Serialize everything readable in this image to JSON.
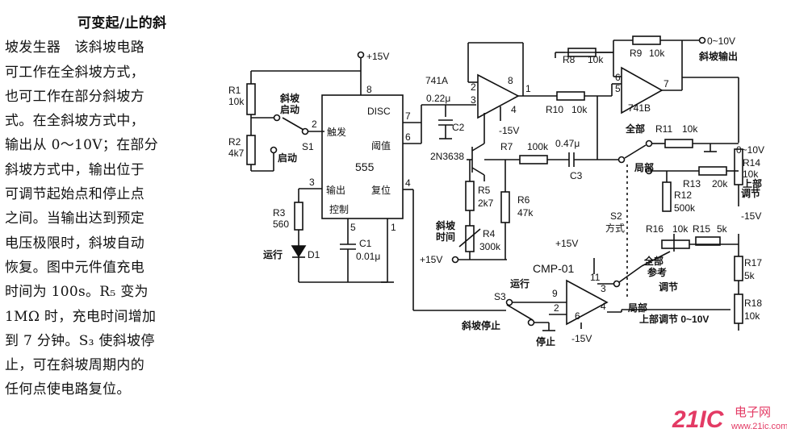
{
  "description": {
    "title": "可变起/止的斜",
    "lines": [
      "坡发生器　该斜坡电路",
      "可工作在全斜坡方式，",
      "也可工作在部分斜坡方",
      "式。在全斜坡方式中，",
      "输出从 0～10V；在部分",
      "斜坡方式中，输出位于",
      "可调节起始点和停止点",
      "之间。当输出达到预定",
      "电压极限时，斜坡自动",
      "恢复。图中元件值充电",
      "时间为 100s。R₅ 变为",
      "1MΩ 时，充电时间增加",
      "到 7 分钟。S₃ 使斜坡停",
      "止，可在斜坡周期内的",
      "任何点使电路复位。"
    ]
  },
  "schematic": {
    "power": {
      "vplus": "+15V",
      "vminus": "-15V",
      "vplus_r5": "+15V",
      "vplus_cmp": "+15V",
      "vminus_cmp": "-15V",
      "vminus_pot": "-15V"
    },
    "ic555": {
      "name": "555",
      "disc": "DISC",
      "trigger": "触发",
      "threshold": "阈值",
      "output": "输出",
      "reset": "复位",
      "control": "控制",
      "pin8": "8",
      "pin2": "2",
      "pin7": "7",
      "pin6": "6",
      "pin3": "3",
      "pin4": "4",
      "pin5": "5",
      "pin1": "1"
    },
    "op741a": {
      "name": "741A",
      "pin2": "2",
      "pin3": "3",
      "pin8": "8",
      "pin1": "1",
      "pin4": "4"
    },
    "op741b": {
      "name": "741B",
      "pin6": "6",
      "pin5": "5",
      "pin7": "7"
    },
    "cmp01": {
      "name": "CMP-01",
      "pin9": "9",
      "pin2": "2",
      "pin3": "3",
      "pin4": "4",
      "pin11": "11",
      "pin6": "6"
    },
    "components": {
      "r1": "R1",
      "r1v": "10k",
      "r2": "R2",
      "r2v": "4k7",
      "r3": "R3",
      "r3v": "560",
      "r4": "R4",
      "r4v": "300k",
      "r5": "R5",
      "r5v": "2k7",
      "r6": "R6",
      "r6v": "47k",
      "r7": "R7",
      "r7v": "100k",
      "r8": "R8",
      "r8v": "10k",
      "r9": "R9",
      "r9v": "10k",
      "r10": "R10",
      "r10v": "10k",
      "r11": "R11",
      "r11v": "10k",
      "r12": "R12",
      "r12v": "500k",
      "r13": "R13",
      "r13v": "20k",
      "r14": "R14",
      "r14v": "10k",
      "r15": "R15",
      "r15v": "5k",
      "r16": "R16",
      "r16v": "10k",
      "r17": "R17",
      "r17v": "5k",
      "r18": "R18",
      "r18v": "10k",
      "c1": "C1",
      "c1v": "0.01μ",
      "c2": "C2",
      "c2v": "0.22μ",
      "c3": "C3",
      "c3v": "0.47μ",
      "d1": "D1",
      "q1": "2N3638",
      "s1": "S1",
      "s2": "S2",
      "s2sub": "方式",
      "s3": "S3"
    },
    "labels": {
      "ramp_start": "斜坡\n启动",
      "start": "启动",
      "run_d1": "运行",
      "ramp_time": "斜坡\n时间",
      "ramp_out": "斜坡输出",
      "out_range": "0~10V",
      "full": "全部",
      "partial": "局部",
      "upper_adjust": "上部\n调节",
      "range_top": "0~10V",
      "full_ref": "全部\n参考",
      "adjust": "调节",
      "partial2": "局部",
      "upper_adj2": "上部调节 0~10V",
      "run": "运行",
      "ramp_stop": "斜坡停止",
      "stop": "停止"
    }
  },
  "watermark": {
    "brand": "21IC",
    "cn": "电子网",
    "url": "www.21ic.com"
  }
}
